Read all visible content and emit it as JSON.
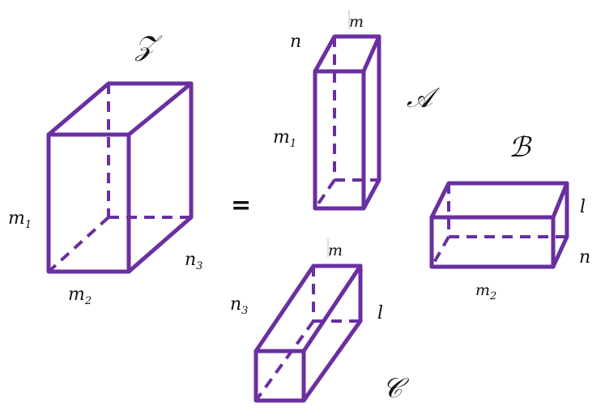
{
  "colors": {
    "edge": "#6a2fa0",
    "text": "#111111"
  },
  "equals_sign": "=",
  "tensors": {
    "Z": {
      "name": "𝒵",
      "dim_height": "m",
      "dim_height_sub": "1",
      "dim_width": "m",
      "dim_width_sub": "2",
      "dim_depth": "n",
      "dim_depth_sub": "3"
    },
    "A": {
      "name": "𝒜",
      "dim_top_back": "m",
      "dim_top_left": "n",
      "dim_height": "m",
      "dim_height_sub": "1"
    },
    "B": {
      "name": "ℬ",
      "dim_height": "l",
      "dim_depth": "n",
      "dim_width": "m",
      "dim_width_sub": "2"
    },
    "C": {
      "name": "𝒞",
      "dim_top_back": "m",
      "dim_depth": "n",
      "dim_depth_sub": "3",
      "dim_height": "l"
    }
  }
}
